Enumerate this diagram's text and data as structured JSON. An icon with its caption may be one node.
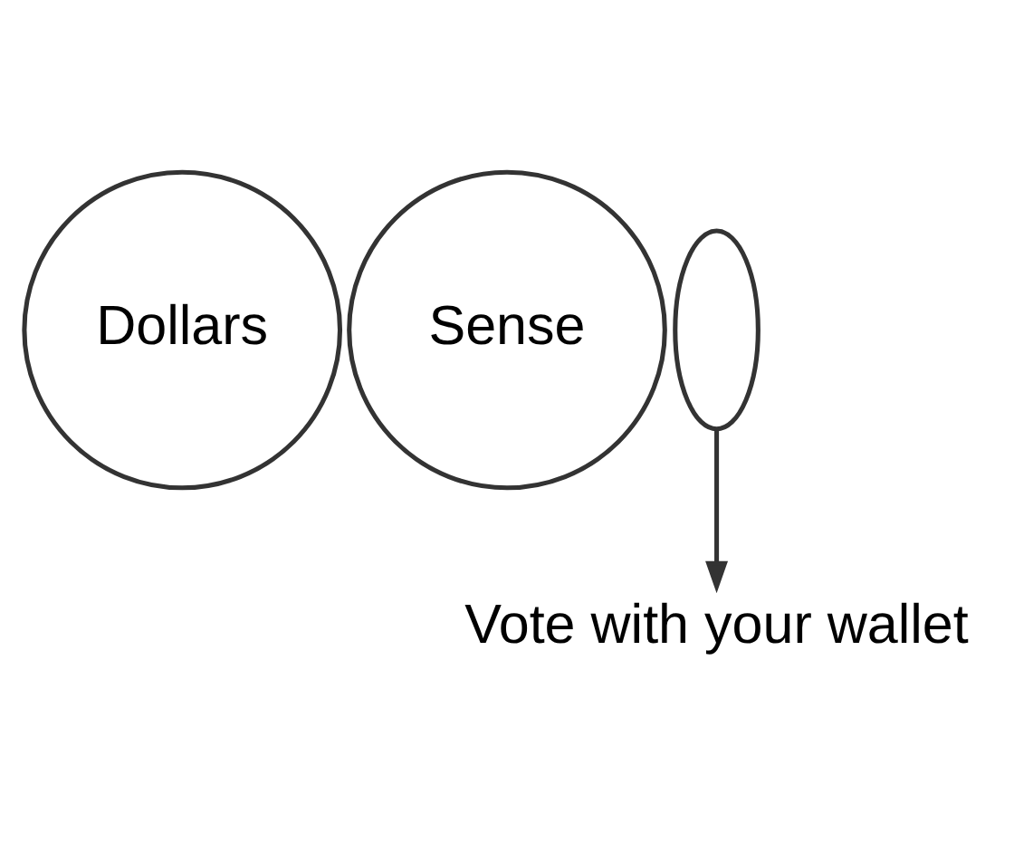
{
  "diagram": {
    "nodes": [
      {
        "text": [
          "Dollars"
        ]
      },
      {
        "text": [
          "Sense"
        ]
      },
      {
        "text": [],
        "shape": "ellipse"
      },
      {
        "text": [
          "Vote with your wallet"
        ]
      }
    ],
    "edges": [
      {
        "from": 2,
        "to": 3,
        "arrow": "to"
      }
    ]
  }
}
